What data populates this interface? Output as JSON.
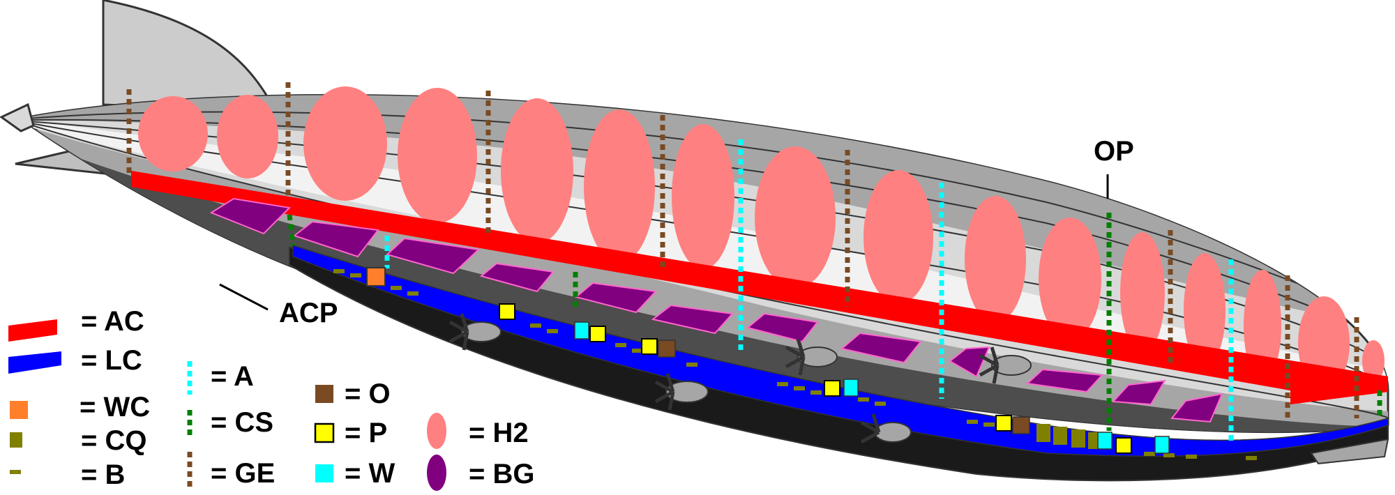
{
  "diagram": {
    "callouts": {
      "op": "OP",
      "acp": "ACP"
    },
    "legend": [
      {
        "key": "ac",
        "text": "= AC",
        "symbol": "red-band",
        "color": "#ff0000"
      },
      {
        "key": "lc",
        "text": "= LC",
        "symbol": "blue-band",
        "color": "#0000ff"
      },
      {
        "key": "wc",
        "text": "= WC",
        "symbol": "square",
        "color": "#ff7f2a"
      },
      {
        "key": "cq",
        "text": "= CQ",
        "symbol": "square",
        "color": "#808000"
      },
      {
        "key": "b",
        "text": "= B",
        "symbol": "dash",
        "color": "#808000"
      },
      {
        "key": "a",
        "text": "= A",
        "symbol": "dotted-line",
        "color": "#00ffff"
      },
      {
        "key": "cs",
        "text": "= CS",
        "symbol": "dotted-line",
        "color": "#008000"
      },
      {
        "key": "ge",
        "text": "= GE",
        "symbol": "dotted-line",
        "color": "#7a4a22"
      },
      {
        "key": "o",
        "text": "= O",
        "symbol": "square",
        "color": "#7a4a22"
      },
      {
        "key": "p",
        "text": "= P",
        "symbol": "square",
        "color": "#ffff00"
      },
      {
        "key": "w",
        "text": "= W",
        "symbol": "square",
        "color": "#00ffff"
      },
      {
        "key": "h2",
        "text": "= H2",
        "symbol": "ellipse",
        "color": "#ff8080"
      },
      {
        "key": "bg",
        "text": "= BG",
        "symbol": "ellipse",
        "color": "#800080"
      }
    ],
    "colors": {
      "hull_light": "#d9d9d9",
      "hull_mid": "#a6a6a6",
      "hull_dark": "#4d4d4d",
      "keel": "#1a1a1a",
      "fin": "#cccccc",
      "gas_cell": "#ff8080",
      "ballonet": "#800080",
      "ballonet_edge": "#ff66cc"
    }
  }
}
